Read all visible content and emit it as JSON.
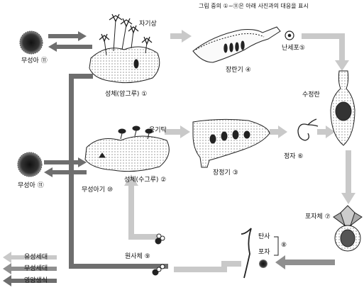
{
  "note": "그림 중의 ①~⑪은 아래 사진과의 대응을 표시",
  "labels": {
    "gemma_top": "무성아 ⑪",
    "archegoniophore": "자기상",
    "archegonium": "장란기 ④",
    "egg": "난세포⑤",
    "female_thallus": "성체(암그루) ①",
    "fertilized_egg": "수정란",
    "antheridiophore": "웅기탁",
    "antheridium": "장정기 ③",
    "sperm": "정자 ⑥",
    "gemma_left": "무성아 ⑪",
    "male_thallus": "성체(수그루) ②",
    "gemma_cup": "무성아기 ⑩",
    "sporophyte": "포자체 ⑦",
    "elater": "탄사",
    "spore": "포자",
    "spore_num": "⑧",
    "protonema": "원사체 ⑨"
  },
  "legend": [
    {
      "label": "유성세대",
      "color": "#c9c9c9"
    },
    {
      "label": "무성세대",
      "color": "#8f8f8f"
    },
    {
      "label": "영양생식",
      "color": "#6e6e6e"
    }
  ],
  "colors": {
    "arrow_light": "#c9c9c9",
    "arrow_dark": "#8f8f8f",
    "ink": "#222222"
  }
}
